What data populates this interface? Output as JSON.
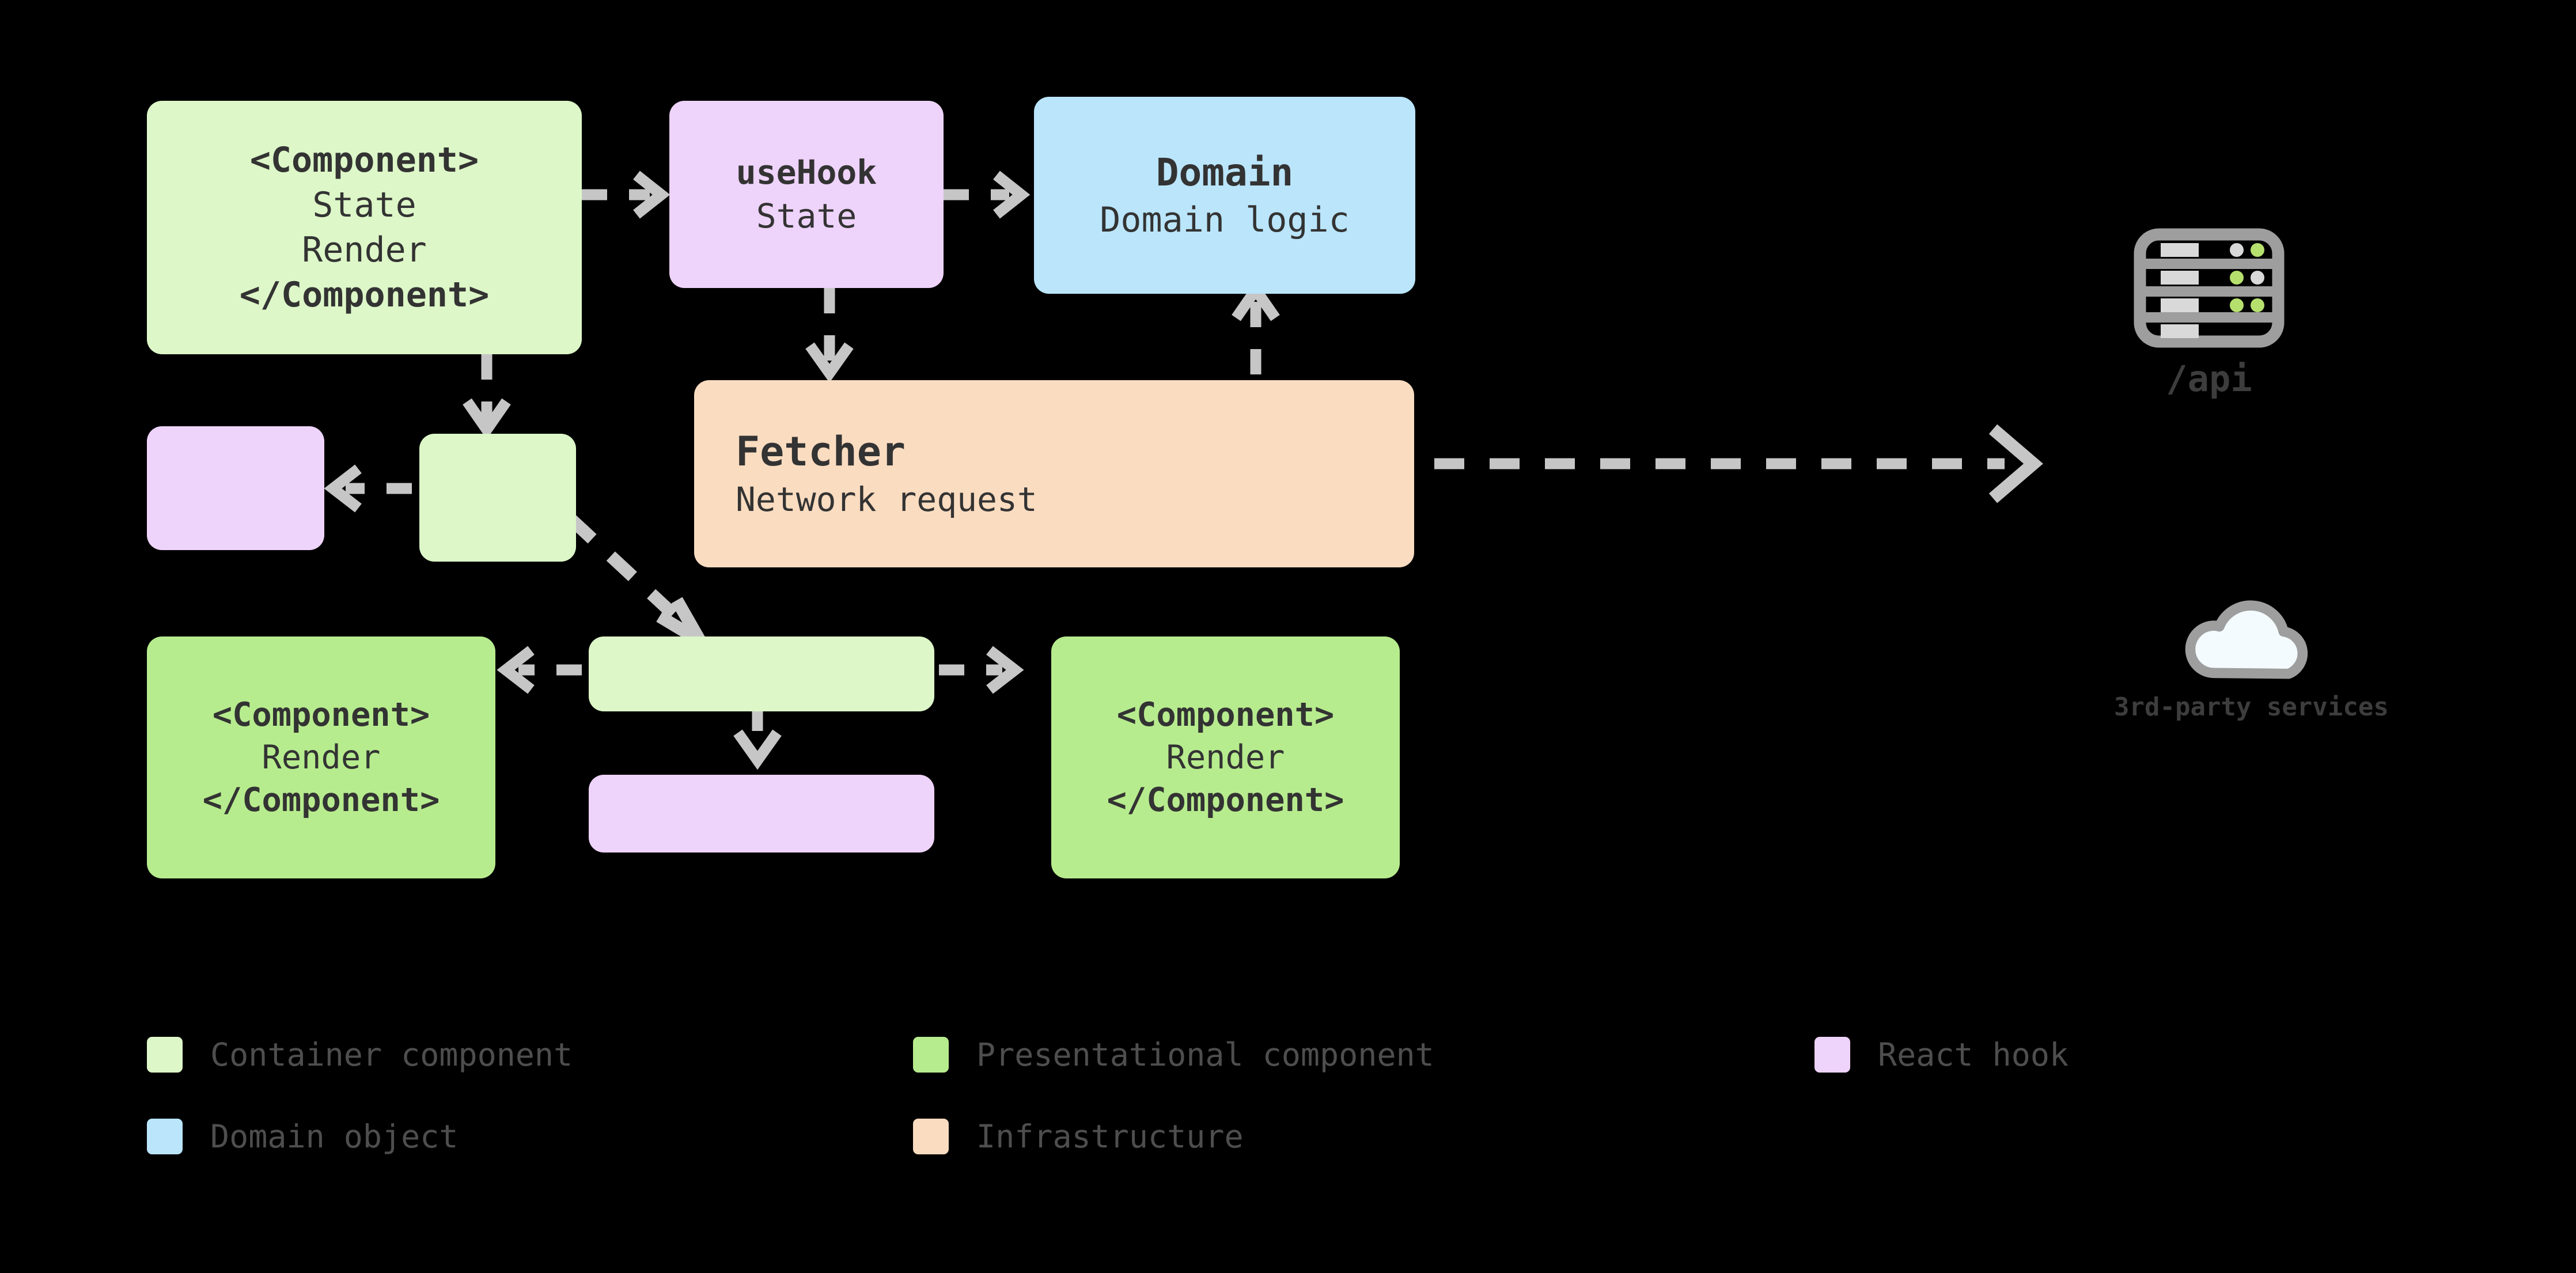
{
  "diagram": {
    "title": "React container/presentational architecture",
    "background": "#000000",
    "arrow_color": "#c6c6c6",
    "text_color": "#333333"
  },
  "nodes": {
    "container_top": {
      "title": "<Component>",
      "line1": "State",
      "line2": "Render",
      "line3": "</Component>",
      "kind": "Container component",
      "color": "#ddf7c8"
    },
    "use_hook": {
      "title": "useHook",
      "line1": "State",
      "kind": "React hook",
      "color": "#eed3fa"
    },
    "domain": {
      "title": "Domain",
      "line1": "Domain logic",
      "kind": "Domain object",
      "color": "#bae5fb"
    },
    "fetcher": {
      "title": "Fetcher",
      "line1": "Network request",
      "kind": "Infrastructure",
      "color": "#fadcc0"
    },
    "hook_small_mid": {
      "title": "",
      "kind": "React hook",
      "color": "#eed3fa"
    },
    "container_small_mid": {
      "title": "",
      "kind": "Container component",
      "color": "#ddf7c8"
    },
    "presentational_left": {
      "title": "<Component>",
      "line1": "Render",
      "line2": "</Component>",
      "kind": "Presentational component",
      "color": "#b7ec8e"
    },
    "container_small_bottom": {
      "title": "",
      "kind": "Container component",
      "color": "#ddf7c8"
    },
    "hook_small_bottom": {
      "title": "",
      "kind": "React hook",
      "color": "#eed3fa"
    },
    "presentational_right": {
      "title": "<Component>",
      "line1": "Render",
      "line2": "</Component>",
      "kind": "Presentational component",
      "color": "#b7ec8e"
    }
  },
  "external": {
    "api": {
      "label": "/api",
      "icon": "server-icon"
    },
    "third_party": {
      "label": "3rd-party services",
      "icon": "cloud-icon"
    }
  },
  "legend": {
    "rows": [
      [
        {
          "label": "Container component",
          "color": "#ddf7c8"
        },
        {
          "label": "Presentational component",
          "color": "#b7ec8e"
        },
        {
          "label": "React hook",
          "color": "#eed3fa"
        }
      ],
      [
        {
          "label": "Domain object",
          "color": "#bae5fb"
        },
        {
          "label": "Infrastructure",
          "color": "#fadcc0"
        },
        {
          "label": "",
          "color": "#000000"
        }
      ]
    ]
  }
}
